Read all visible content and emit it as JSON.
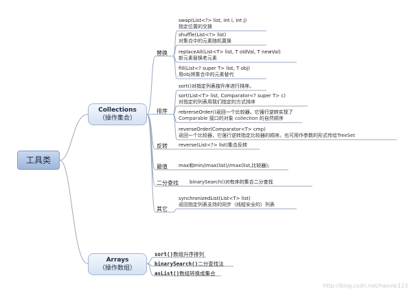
{
  "root": {
    "label": "工具类"
  },
  "collections": {
    "title": "Collections",
    "subtitle": "（操作集合）",
    "categories": {
      "replace": {
        "label": "替换",
        "items": [
          {
            "sig": "swap(List<?> list, int i, int j)",
            "desc": "指定位置的交换"
          },
          {
            "sig": "shuffle(List<?> list)",
            "desc": "对集合中的元素随机置换"
          },
          {
            "sig": "replaceAll(List<T> list, T oldVal, T newVal)",
            "desc": "新元素替换老元素"
          },
          {
            "sig": "fill(List<? super T> list, T obj)",
            "desc": "用obj将集合中的元素替代"
          }
        ]
      },
      "sort": {
        "label": "排序",
        "items": [
          {
            "sig": "sort()对指定列表按升序进行排序。",
            "desc": ""
          },
          {
            "sig": "sort(List<T> list, Comparator<? super T> c)",
            "desc": "对指定的列表用我们指定的方式排序"
          },
          {
            "sig": "rebrerseOrder()返回一个比较器，它强行逆转实现了",
            "desc": "Comparable 接口的对象 collection 的自然顺序"
          },
          {
            "sig": "reverseOrder(Comparator<T> cmp)",
            "desc": "返回一个比较器，它强行逆转指定比较器的顺序。也可用作参数的形式传给TreeSet"
          }
        ]
      },
      "reverse": {
        "label": "反转",
        "text": "reverse(List<?> list)集合反转"
      },
      "extreme": {
        "label": "最值",
        "text": "max和min//max(list)//max(list,比较器);"
      },
      "binary": {
        "label": "二分查找",
        "text": "binarySearch()对有序的集合二分查找"
      },
      "other": {
        "label": "其它",
        "sig": "synchronizedList(List<T> list)",
        "desc": "返回指定列表支持的同步（线程安全的）列表"
      }
    }
  },
  "arrays": {
    "title": "Arrays",
    "subtitle": "（操作数组）",
    "items": [
      {
        "name": "sort()",
        "text": "数组升序排列"
      },
      {
        "name": "binarySearch()",
        "text": "二分查找法"
      },
      {
        "name": "asList()",
        "text": "数组转换成集合"
      }
    ]
  },
  "watermark": "http://blog.csdn.net/haovip123"
}
